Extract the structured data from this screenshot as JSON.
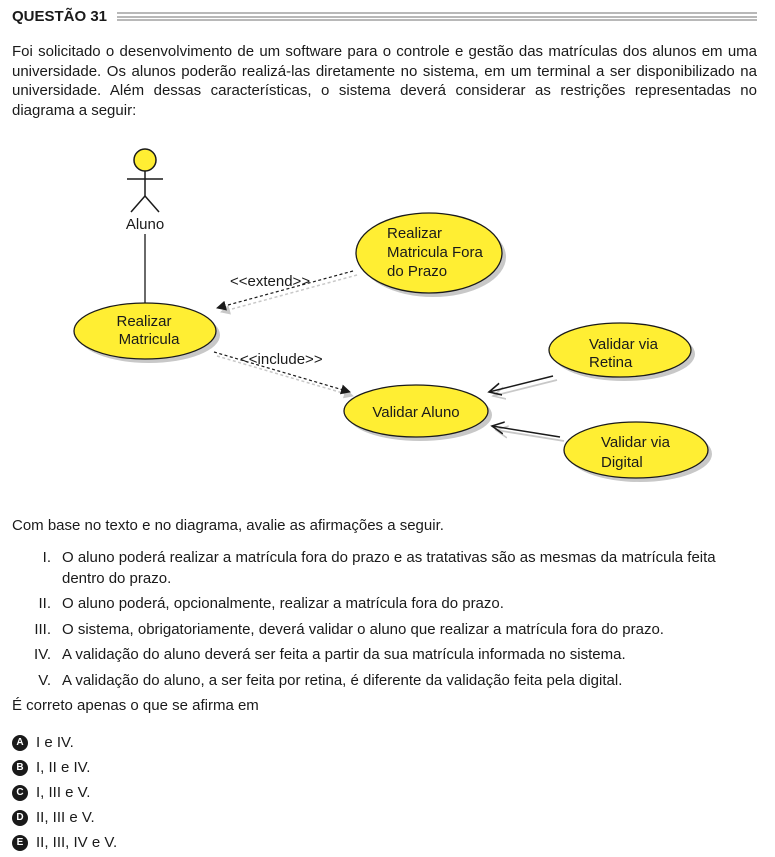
{
  "header": {
    "title": "QUESTÃO 31"
  },
  "intro": "Foi solicitado o desenvolvimento de um software para o controle e gestão das matrículas dos alunos em uma universidade. Os alunos poderão realizá-las diretamente no sistema, em um terminal a ser disponibilizado na universidade. Além dessas características, o sistema deverá considerar as restrições representadas no diagrama a seguir:",
  "diagram": {
    "actor": "Aluno",
    "use_cases": {
      "realizar_matricula": [
        "Realizar",
        "Matricula"
      ],
      "fora_prazo": [
        "Realizar",
        "Matricula Fora",
        "do Prazo"
      ],
      "validar_aluno": [
        "Validar Aluno"
      ],
      "validar_retina": [
        "Validar via",
        "Retina"
      ],
      "validar_digital": [
        "Validar via",
        "Digital"
      ]
    },
    "relations": {
      "extend": "<<extend>>",
      "include": "<<include>>"
    },
    "colors": {
      "usecase_fill": "#ffee33",
      "usecase_stroke": "#1a1a1a",
      "shadow": "#c8c8c8"
    }
  },
  "lead": "Com base no texto e no diagrama, avalie as afirmações a seguir.",
  "statements": [
    {
      "num": "I.",
      "text": "O aluno poderá realizar a matrícula fora do prazo e as tratativas são as mesmas da matrícula feita dentro do prazo."
    },
    {
      "num": "II.",
      "text": "O aluno poderá, opcionalmente, realizar a matrícula fora do prazo."
    },
    {
      "num": "III.",
      "text": "O sistema, obrigatoriamente, deverá validar o aluno que realizar a matrícula fora do prazo."
    },
    {
      "num": "IV.",
      "text": "A validação do aluno deverá ser feita a partir da sua matrícula informada no sistema."
    },
    {
      "num": "V.",
      "text": "A validação do aluno, a ser feita por retina, é diferente da validação feita pela digital."
    }
  ],
  "question": "É correto apenas o que se afirma em",
  "options": [
    {
      "letter": "A",
      "text": "I e IV."
    },
    {
      "letter": "B",
      "text": "I, II e IV."
    },
    {
      "letter": "C",
      "text": "I, III e V."
    },
    {
      "letter": "D",
      "text": "II, III e V."
    },
    {
      "letter": "E",
      "text": "II, III, IV e V."
    }
  ]
}
